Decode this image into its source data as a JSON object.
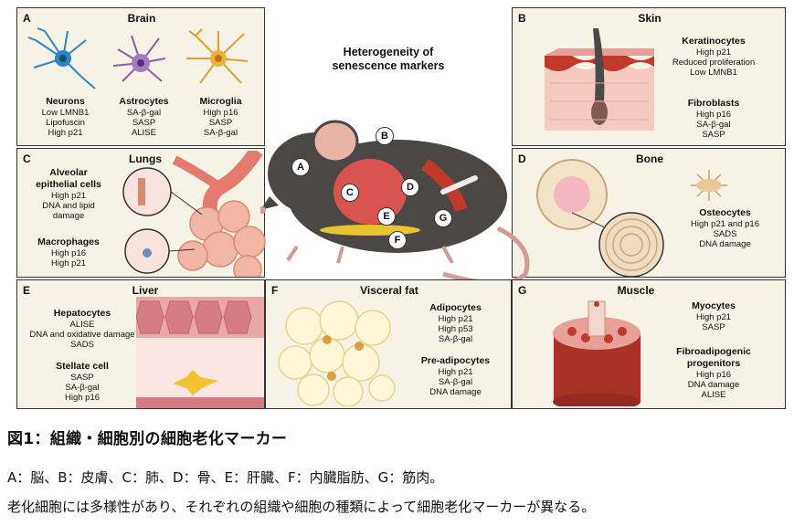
{
  "figure": {
    "center_title_line1": "Heterogeneity of",
    "center_title_line2": "senescence markers",
    "panels": {
      "A": {
        "letter": "A",
        "title": "Brain",
        "cells": [
          {
            "name": "Neurons",
            "markers": [
              "Low LMNB1",
              "Lipofuscin",
              "High p21"
            ]
          },
          {
            "name": "Astrocytes",
            "markers": [
              "SA-β-gal",
              "SASP",
              "ALISE"
            ]
          },
          {
            "name": "Microglia",
            "markers": [
              "High p16",
              "SASP",
              "SA-β-gal"
            ]
          }
        ]
      },
      "B": {
        "letter": "B",
        "title": "Skin",
        "cells": [
          {
            "name": "Keratinocytes",
            "markers": [
              "High p21",
              "Reduced proliferation",
              "Low LMNB1"
            ]
          },
          {
            "name": "Fibroblasts",
            "markers": [
              "High p16",
              "SA-β-gal",
              "SASP"
            ]
          }
        ]
      },
      "C": {
        "letter": "C",
        "title": "Lungs",
        "cells": [
          {
            "name_line1": "Alveolar",
            "name_line2": "epithelial cells",
            "markers": [
              "High p21",
              "DNA and lipid",
              "damage"
            ]
          },
          {
            "name": "Macrophages",
            "markers": [
              "High p16",
              "High p21"
            ]
          }
        ]
      },
      "D": {
        "letter": "D",
        "title": "Bone",
        "cells": [
          {
            "name": "Osteocytes",
            "markers": [
              "High p21 and p16",
              "SADS",
              "DNA damage"
            ]
          }
        ]
      },
      "E": {
        "letter": "E",
        "title": "Liver",
        "cells": [
          {
            "name": "Hepatocytes",
            "markers": [
              "ALISE",
              "DNA and oxidative damage",
              "SADS"
            ]
          },
          {
            "name": "Stellate cell",
            "markers": [
              "SASP",
              "SA-β-gal",
              "High p16"
            ]
          }
        ]
      },
      "F": {
        "letter": "F",
        "title": "Visceral fat",
        "cells": [
          {
            "name": "Adipocytes",
            "markers": [
              "High p21",
              "High p53",
              "SA-β-gal"
            ]
          },
          {
            "name": "Pre-adipocytes",
            "markers": [
              "High p21",
              "SA-β-gal",
              "DNA damage"
            ]
          }
        ]
      },
      "G": {
        "letter": "G",
        "title": "Muscle",
        "cells": [
          {
            "name": "Myocytes",
            "markers": [
              "High p21",
              "SASP"
            ]
          },
          {
            "name_line1": "Fibroadipogenic",
            "name_line2": "progenitors",
            "markers": [
              "High p16",
              "DNA damage",
              "ALISE"
            ]
          }
        ]
      }
    },
    "mouse_labels": [
      "A",
      "B",
      "C",
      "D",
      "E",
      "F",
      "G"
    ]
  },
  "caption": {
    "title": "図1：組織・細胞別の細胞老化マーカー",
    "legend": "A：脳、B：皮膚、C：肺、D：骨、E：肝臓、F：内臓脂肪、G：筋肉。",
    "note": "老化細胞には多様性があり、それぞれの組織や細胞の種類によって細胞老化マーカーが異なる。"
  },
  "colors": {
    "panel_bg": "#f6f2e6",
    "border": "#333333",
    "neuron": "#2e86c1",
    "astrocyte": "#8e5ca8",
    "microglia": "#e0a030",
    "mouse_body": "#4a4744",
    "organ_red": "#d9534f",
    "tissue_pink": "#f4c4c0"
  }
}
